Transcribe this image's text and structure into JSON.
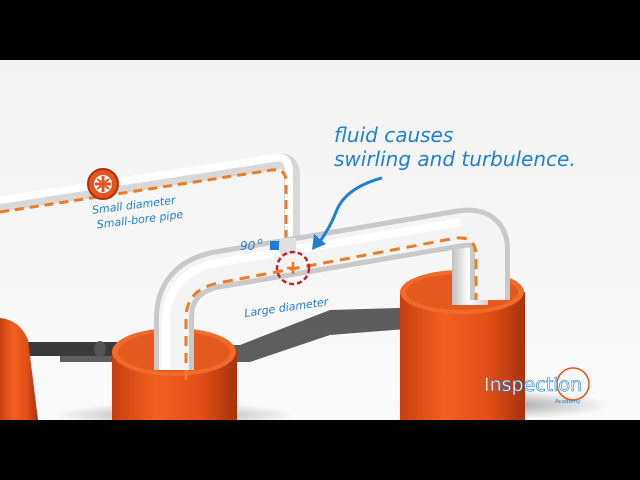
{
  "annotation": {
    "line1": "fluid causes",
    "line2": "swirling and turbulence."
  },
  "labels": {
    "small_diameter": "Small diameter",
    "small_bore": "Small-bore pipe",
    "angle": "90",
    "angle_unit": "o",
    "large_diameter": "Large diameter"
  },
  "brand": {
    "name": "Inspection",
    "sub": "Academy"
  },
  "colors": {
    "accent_blue": "#1f7fd6",
    "flow_orange": "#f07a22",
    "tank_orange": "#e8521c",
    "marker_red": "#c8202a",
    "pipe_white": "#f2f2f2",
    "ground": "#f6f6f6"
  },
  "icons": {
    "flow_marker": "crosshair-circle-icon",
    "valve": "valve-icon",
    "arrow": "curved-arrow-icon",
    "logo_ring": "circle-ring-icon"
  }
}
